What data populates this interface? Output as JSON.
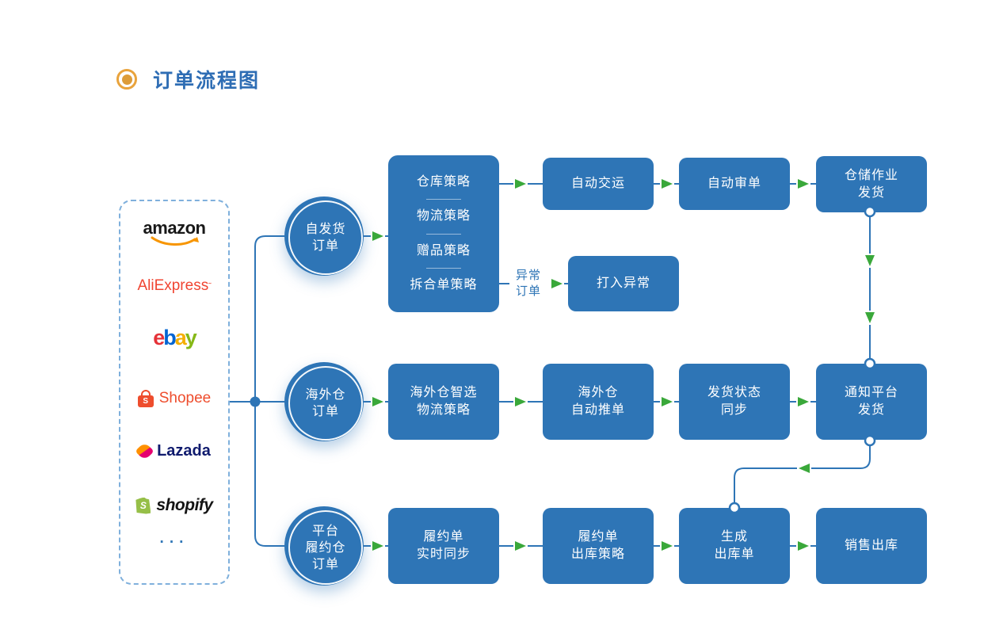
{
  "title": "订单流程图",
  "colors": {
    "primary_blue": "#2e75b6",
    "arrow_green": "#3aa83a",
    "title_blue": "#2e6db4",
    "bullet_orange": "#e9a33c",
    "panel_border_blue": "#7fb0dc"
  },
  "platform_panel": {
    "logos": [
      {
        "name": "amazon",
        "text": "amazon"
      },
      {
        "name": "aliexpress",
        "text": "AliExpress",
        "mark": "˜"
      },
      {
        "name": "ebay",
        "letters": [
          "e",
          "b",
          "a",
          "y"
        ]
      },
      {
        "name": "shopee",
        "text": "Shopee",
        "icon_letter": "S"
      },
      {
        "name": "lazada",
        "text": "Lazada"
      },
      {
        "name": "shopify",
        "text": "shopify",
        "icon_letter": "S"
      },
      {
        "name": "more",
        "text": "···"
      }
    ]
  },
  "flows": {
    "self_ship": {
      "circle_label": "自发货\n订单",
      "strategy_items": [
        "仓库策略",
        "物流策略",
        "赠品策略",
        "拆合单策略"
      ],
      "auto_dispatch": "自动交运",
      "auto_review": "自动审单",
      "warehouse_ship": "仓储作业\n发货",
      "exception_label": "异常\n订单",
      "exception_box": "打入异常"
    },
    "overseas": {
      "circle_label": "海外仓\n订单",
      "smart_logistics": "海外仓智选\n物流策略",
      "auto_push": "海外仓\n自动推单",
      "status_sync": "发货状态\n同步",
      "notify_platform": "通知平台\n发货"
    },
    "platform_fulfillment": {
      "circle_label": "平台\n履约仓\n订单",
      "realtime_sync": "履约单\n实时同步",
      "outbound_strategy": "履约单\n出库策略",
      "generate_outbound": "生成\n出库单",
      "sales_outbound": "销售出库"
    }
  }
}
